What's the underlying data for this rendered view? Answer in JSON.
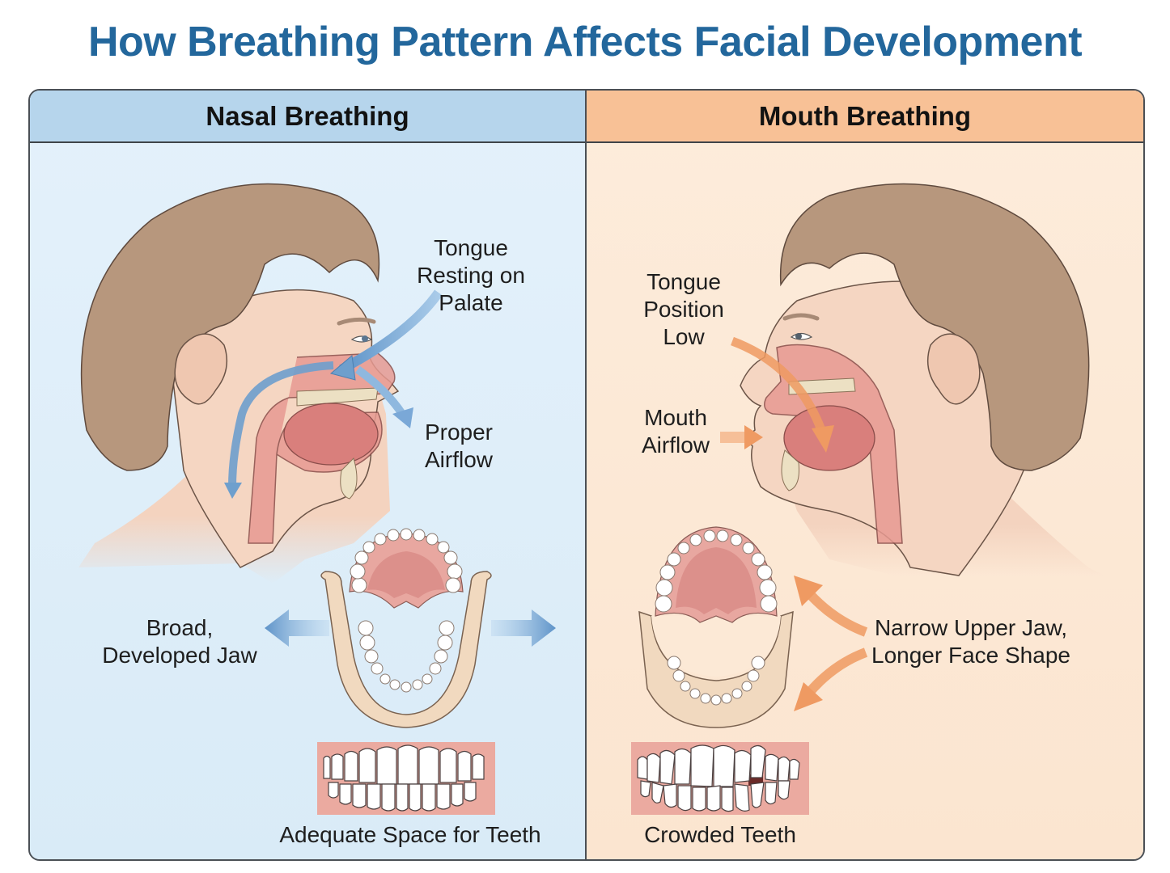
{
  "title": "How Breathing Pattern Affects Facial Development",
  "colors": {
    "title": "#23679c",
    "nasal_header": "#b6d5ec",
    "nasal_bg": "#e0eff9",
    "mouth_header": "#f8c196",
    "mouth_bg": "#fce9d6",
    "nasal_arrow": "#6e9fcd",
    "mouth_arrow": "#ef9a62",
    "frame_border": "#4a4f55"
  },
  "panels": {
    "nasal": {
      "header": "Nasal Breathing",
      "labels": {
        "tongue": [
          "Tongue",
          "Resting on",
          "Palate"
        ],
        "airflow": [
          "Proper",
          "Airflow"
        ],
        "jaw": [
          "Broad,",
          "Developed Jaw"
        ],
        "teeth": "Adequate Space for Teeth"
      },
      "illustrations": [
        "child-head-cross-section",
        "open-jaw-top-view",
        "aligned-teeth-front-view"
      ],
      "arrows": [
        "airflow-inhale-nose",
        "airflow-down-throat",
        "airflow-proper-out",
        "jaw-widen-left",
        "jaw-widen-right"
      ]
    },
    "mouth": {
      "header": "Mouth Breathing",
      "labels": {
        "tongue": [
          "Tongue",
          "Position",
          "Low"
        ],
        "airflow": [
          "Mouth",
          "Airflow"
        ],
        "jaw": [
          "Narrow Upper Jaw,",
          "Longer Face Shape"
        ],
        "teeth": "Crowded Teeth"
      },
      "illustrations": [
        "child-head-cross-section",
        "narrow-jaw-top-view",
        "crowded-teeth-front-view"
      ],
      "arrows": [
        "tongue-low-arrow",
        "mouth-airflow-arrow",
        "narrow-upper-jaw-arrow",
        "longer-face-arrow"
      ]
    }
  }
}
